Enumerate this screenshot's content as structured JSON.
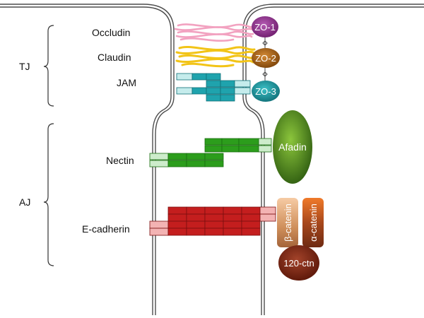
{
  "groups": {
    "tj": "TJ",
    "aj": "AJ"
  },
  "proteins": {
    "occludin": "Occludin",
    "claudin": "Claudin",
    "jam": "JAM",
    "nectin": "Nectin",
    "ecadherin": "E-cadherin"
  },
  "adaptors": {
    "zo1": "ZO-1",
    "zo2": "ZO-2",
    "zo3": "ZO-3",
    "afadin": "Afadin",
    "beta_catenin": "β-catenin",
    "alpha_catenin": "α-catenin",
    "ctn120": "120-ctn"
  },
  "colors": {
    "occludin": "#f2a2c0",
    "claudin": "#f2c417",
    "jam": "#1fa3ad",
    "zo1": "#8a2f88",
    "zo2": "#a8620f",
    "zo3": "#1a98a2",
    "nectin": "#2c9d1c",
    "afadin": "#5d8f19",
    "ecadherin": "#c41e1e",
    "ctn120": "#7a2410"
  }
}
